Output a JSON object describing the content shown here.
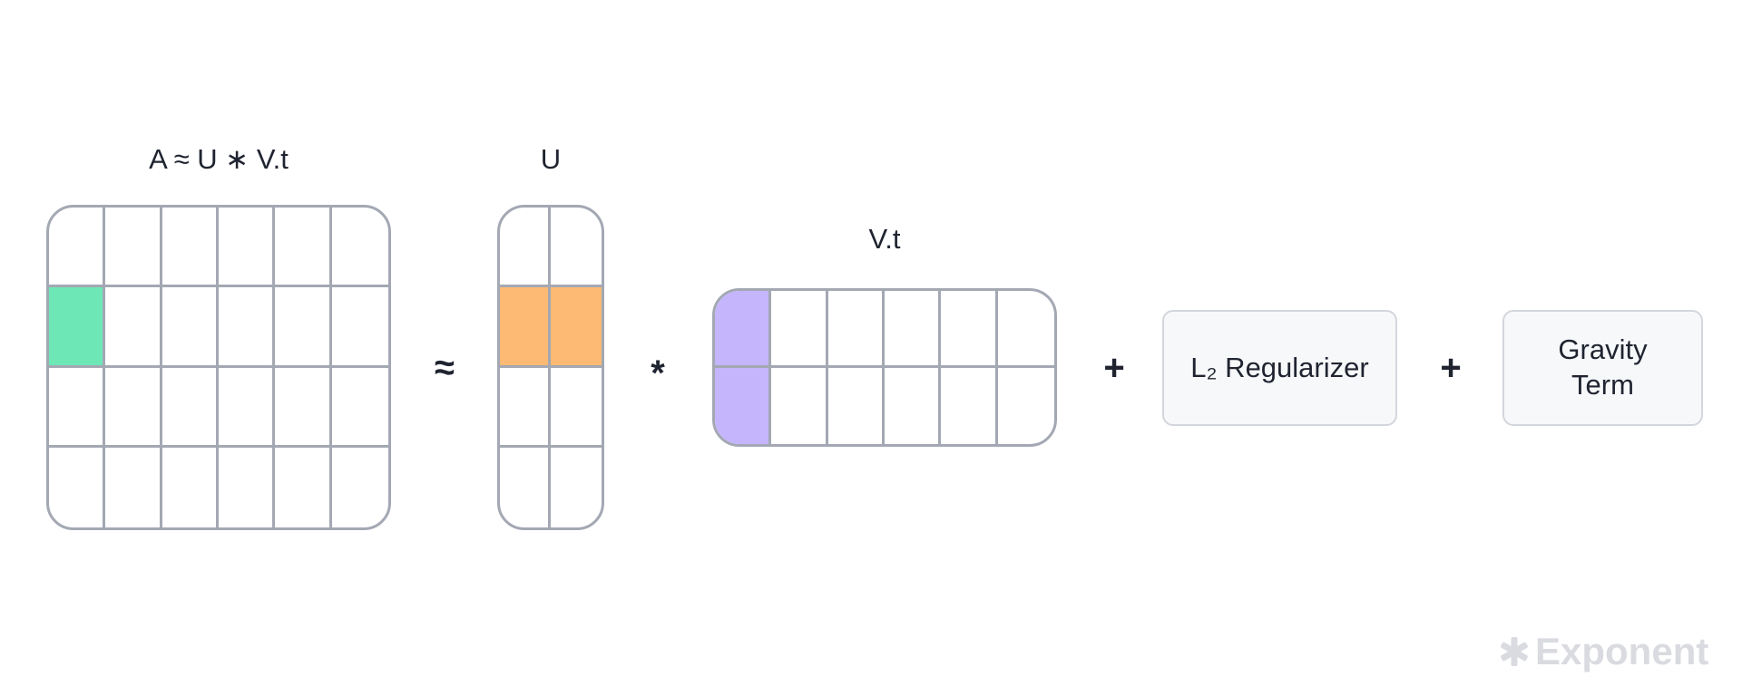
{
  "labels": {
    "a_matrix": "A ≈ U ∗ V.t",
    "u_matrix": "U",
    "vt_matrix": "V.t"
  },
  "operators": {
    "approx": "≈",
    "multiply": "*",
    "plus_1": "+",
    "plus_2": "+"
  },
  "terms": {
    "l2": "L₂ Regularizer",
    "gravity_line1": "Gravity",
    "gravity_line2": "Term"
  },
  "matrices": {
    "a": {
      "rows": 4,
      "cols": 6,
      "highlight": [
        [
          1,
          0
        ]
      ],
      "highlight_color": "#6ee7b7"
    },
    "u": {
      "rows": 4,
      "cols": 2,
      "highlight": [
        [
          1,
          0
        ],
        [
          1,
          1
        ]
      ],
      "highlight_color": "#fdba74"
    },
    "vt": {
      "rows": 2,
      "cols": 6,
      "highlight": [
        [
          0,
          0
        ],
        [
          1,
          0
        ]
      ],
      "highlight_color": "#c4b5fd"
    }
  },
  "colors": {
    "grid_line": "#a3a8b3",
    "text": "#1f2430",
    "term_border": "#d3d6dc",
    "term_bg": "#f7f8fa",
    "brand": "#d9dbe0"
  },
  "brand": {
    "text": "Exponent",
    "icon": "asterisk-icon"
  }
}
